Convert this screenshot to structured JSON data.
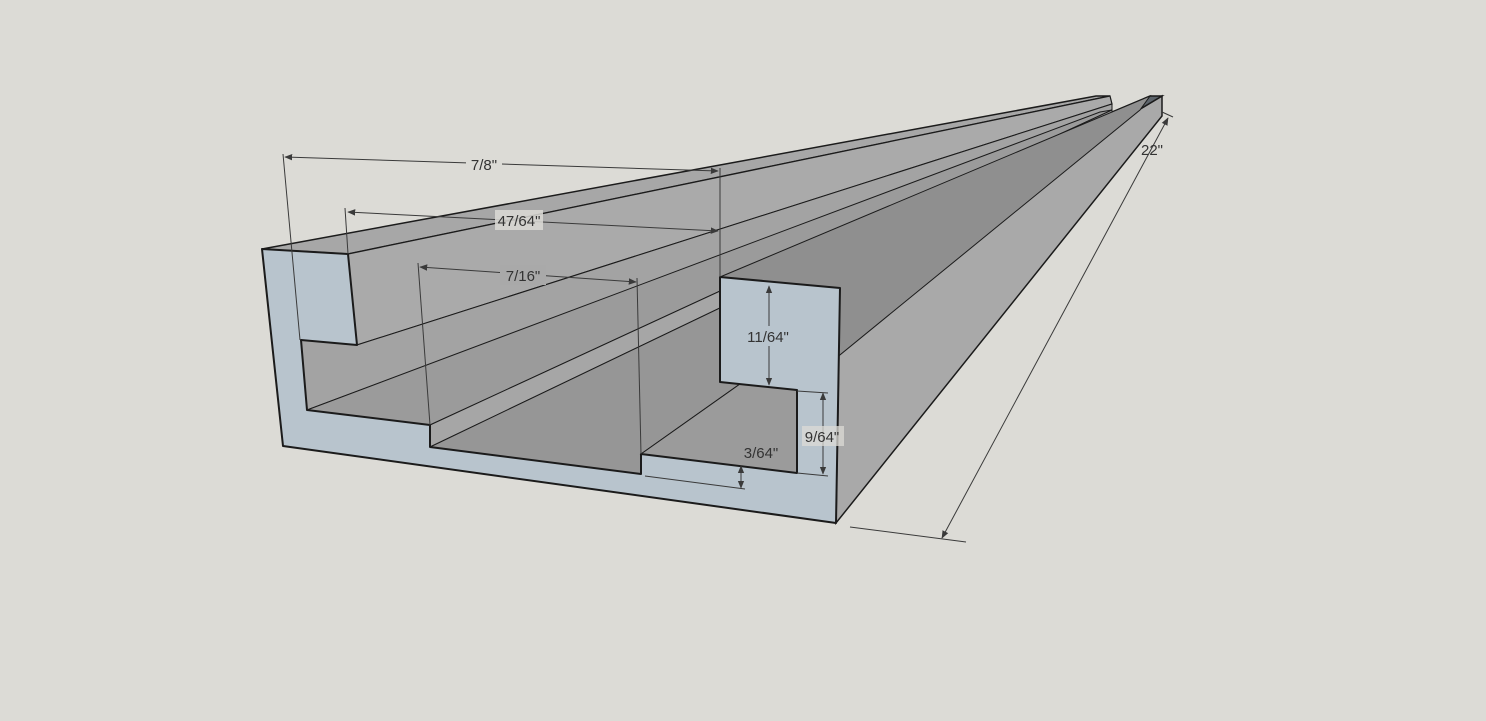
{
  "model": {
    "dimensions": {
      "overall_width": "7/8\"",
      "inner_width": "47/64\"",
      "slot_width": "7/16\"",
      "lip_thickness": "11/64\"",
      "slot_depth": "9/64\"",
      "floor_step": "3/64\"",
      "length": "22\""
    }
  },
  "colors": {
    "background": "#dcdbd6",
    "front_face": "#b8c4cd",
    "top_face": "#a7a7a7",
    "side_face": "#a9a9a9",
    "inner_floor": "#9b9b9b",
    "inner_shadow": "#8f8f8f",
    "dark_top": "#5d646b",
    "edge": "#1b1b1b",
    "dimension_line": "#3a3a3a"
  }
}
